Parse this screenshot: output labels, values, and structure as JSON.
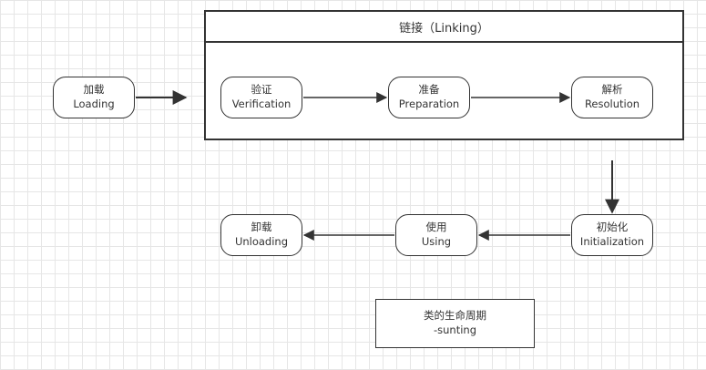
{
  "linking": {
    "title": "链接（Linking）"
  },
  "nodes": {
    "loading": {
      "cn": "加载",
      "en": "Loading"
    },
    "verification": {
      "cn": "验证",
      "en": "Verification"
    },
    "preparation": {
      "cn": "准备",
      "en": "Preparation"
    },
    "resolution": {
      "cn": "解析",
      "en": "Resolution"
    },
    "initialization": {
      "cn": "初始化",
      "en": "Initialization"
    },
    "using": {
      "cn": "使用",
      "en": "Using"
    },
    "unloading": {
      "cn": "卸载",
      "en": "Unloading"
    }
  },
  "note": {
    "line1": "类的生命周期",
    "line2": "-sunting"
  },
  "colors": {
    "stroke": "#333333",
    "grid": "#e6e6e6"
  }
}
